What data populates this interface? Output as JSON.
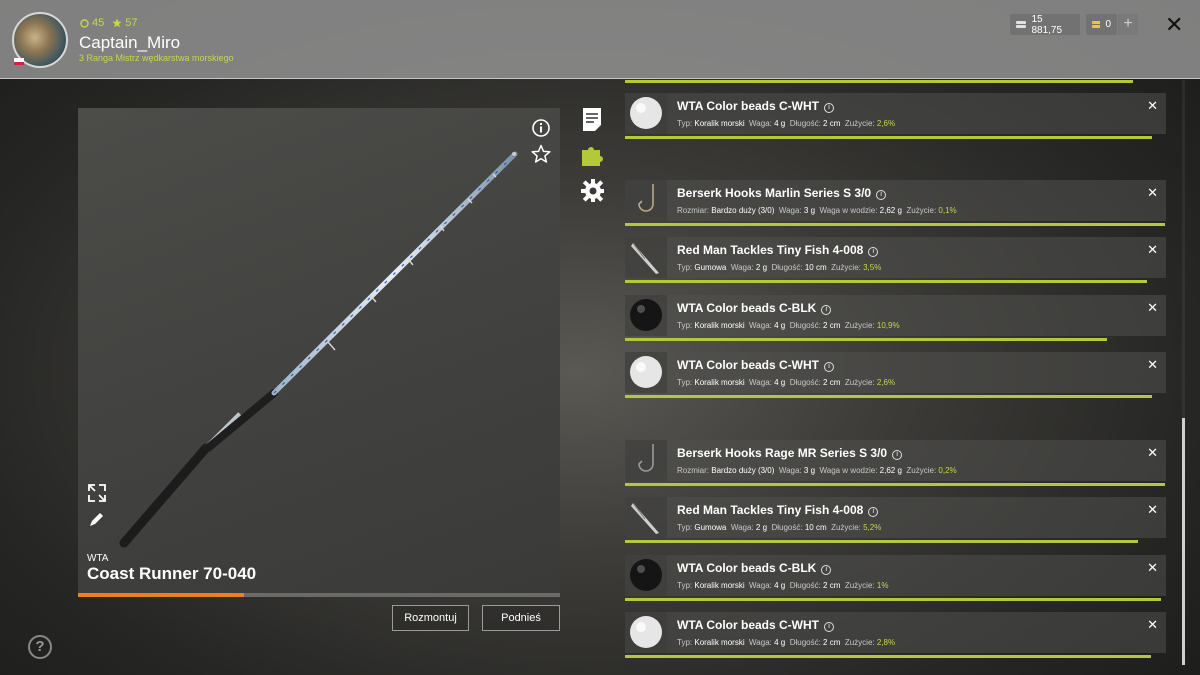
{
  "header": {
    "coins": "45",
    "stars": "57",
    "username": "Captain_Miro",
    "rank": "3 Ranga Mistrz wędkarstwa morskiego",
    "silver": "15 881,75",
    "gold": "0",
    "plus": "+",
    "close": "✕"
  },
  "rod": {
    "brand": "WTA",
    "name": "Coast Runner 70-040",
    "progress": 0.345,
    "btn_disassemble": "Rozmontuj",
    "btn_lift": "Podnieś"
  },
  "help": "?",
  "items": [
    {
      "name": "WTA Color beads C-WHT",
      "thumb": "white-bead",
      "details": [
        [
          "Typ:",
          "Koralik morski"
        ],
        [
          "Waga:",
          "4 g"
        ],
        [
          "Długość:",
          "2 cm"
        ]
      ],
      "wear_label": "Zużycie:",
      "wear": "2,6%",
      "wear_value": 0.974
    },
    {
      "name": "Berserk Hooks Marlin Series S 3/0",
      "thumb": "hook",
      "details": [
        [
          "Rozmiar:",
          "Bardzo duży (3/0)"
        ],
        [
          "Waga:",
          "3 g"
        ],
        [
          "Waga w wodzie:",
          "2,62 g"
        ]
      ],
      "wear_label": "Zużycie:",
      "wear": "0,1%",
      "wear_value": 0.999
    },
    {
      "name": "Red Man Tackles Tiny Fish 4-008",
      "thumb": "lure",
      "details": [
        [
          "Typ:",
          "Gumowa"
        ],
        [
          "Waga:",
          "2 g"
        ],
        [
          "Długość:",
          "10 cm"
        ]
      ],
      "wear_label": "Zużycie:",
      "wear": "3,5%",
      "wear_value": 0.965
    },
    {
      "name": "WTA Color beads C-BLK",
      "thumb": "black-bead",
      "details": [
        [
          "Typ:",
          "Koralik morski"
        ],
        [
          "Waga:",
          "4 g"
        ],
        [
          "Długość:",
          "2 cm"
        ]
      ],
      "wear_label": "Zużycie:",
      "wear": "10,9%",
      "wear_value": 0.891
    },
    {
      "name": "WTA Color beads C-WHT",
      "thumb": "white-bead",
      "details": [
        [
          "Typ:",
          "Koralik morski"
        ],
        [
          "Waga:",
          "4 g"
        ],
        [
          "Długość:",
          "2 cm"
        ]
      ],
      "wear_label": "Zużycie:",
      "wear": "2,6%",
      "wear_value": 0.974
    },
    {
      "name": "Berserk Hooks Rage MR Series S 3/0",
      "thumb": "hook-dark",
      "details": [
        [
          "Rozmiar:",
          "Bardzo duży (3/0)"
        ],
        [
          "Waga:",
          "3 g"
        ],
        [
          "Waga w wodzie:",
          "2,62 g"
        ]
      ],
      "wear_label": "Zużycie:",
      "wear": "0,2%",
      "wear_value": 0.998
    },
    {
      "name": "Red Man Tackles Tiny Fish 4-008",
      "thumb": "lure",
      "details": [
        [
          "Typ:",
          "Gumowa"
        ],
        [
          "Waga:",
          "2 g"
        ],
        [
          "Długość:",
          "10 cm"
        ]
      ],
      "wear_label": "Zużycie:",
      "wear": "5,2%",
      "wear_value": 0.948
    },
    {
      "name": "WTA Color beads C-BLK",
      "thumb": "black-bead",
      "details": [
        [
          "Typ:",
          "Koralik morski"
        ],
        [
          "Waga:",
          "4 g"
        ],
        [
          "Długość:",
          "2 cm"
        ]
      ],
      "wear_label": "Zużycie:",
      "wear": "1%",
      "wear_value": 0.99
    },
    {
      "name": "WTA Color beads C-WHT",
      "thumb": "white-bead",
      "details": [
        [
          "Typ:",
          "Koralik morski"
        ],
        [
          "Waga:",
          "4 g"
        ],
        [
          "Długość:",
          "2 cm"
        ]
      ],
      "wear_label": "Zużycie:",
      "wear": "2,8%",
      "wear_value": 0.972
    }
  ],
  "colors": {
    "accent": "#b4c83a",
    "progress": "#e8821e",
    "wear_text": "#c8d64a"
  }
}
